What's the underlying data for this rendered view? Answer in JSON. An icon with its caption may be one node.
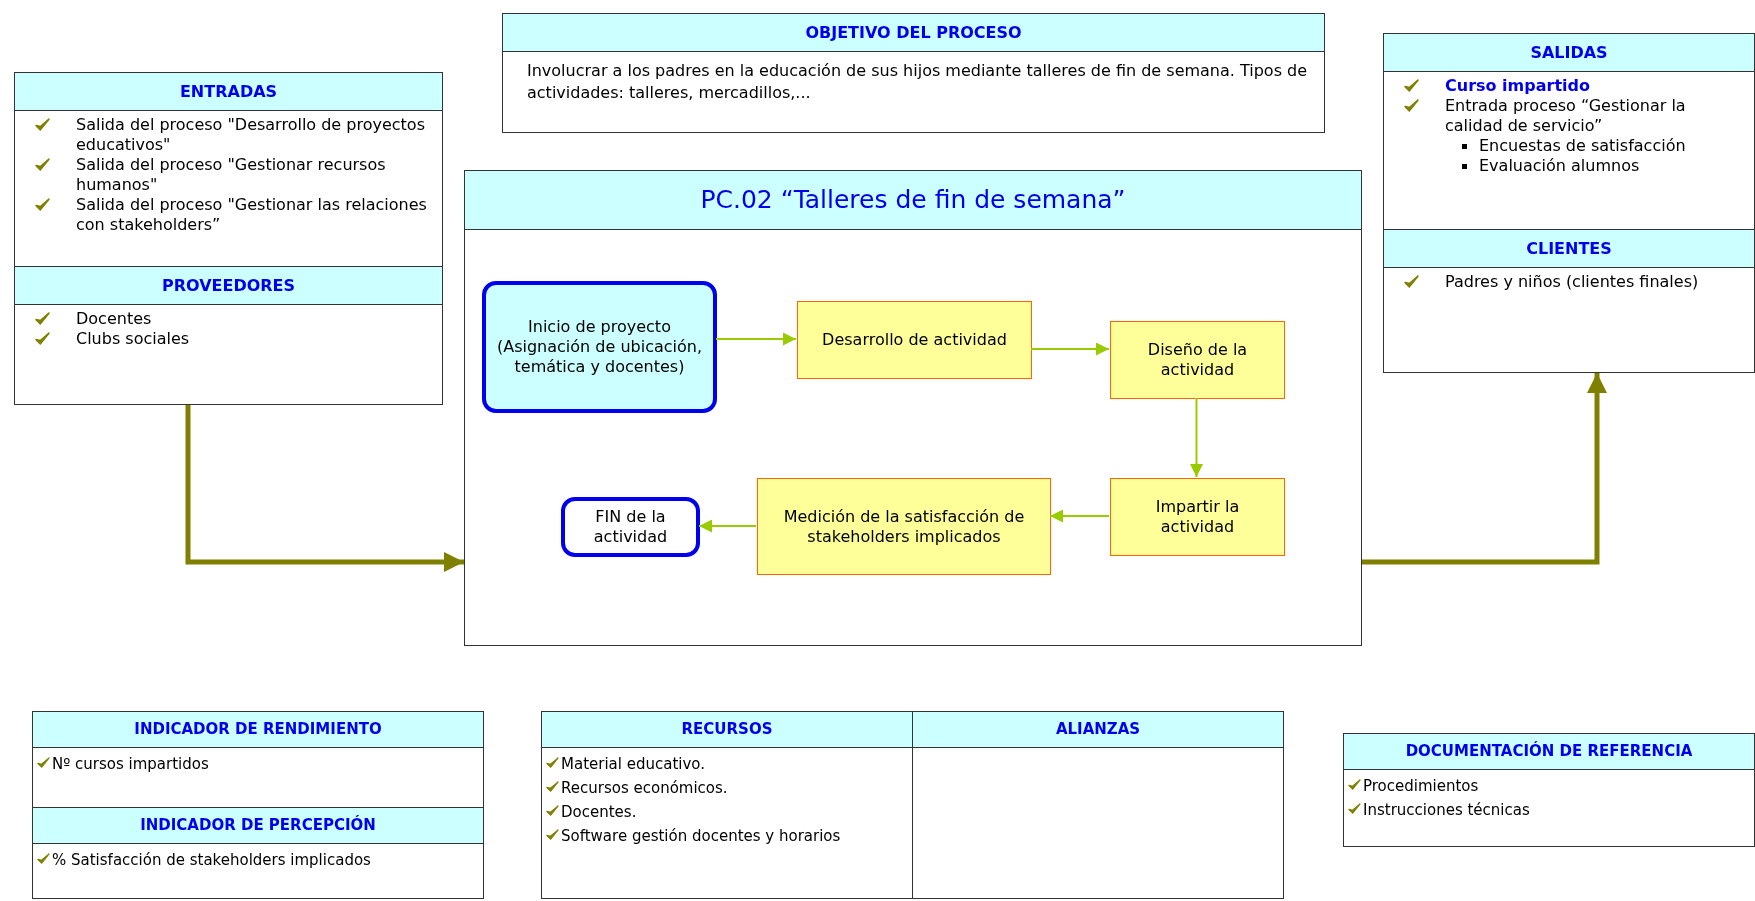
{
  "diagram": {
    "nodes": [
      {
        "text": [
          "OBJETIVO DEL PROCESO",
          "Involucrar a los padres en la educación de sus hijos mediante talleres de fin de semana. Tipos de actividades: talleres, mercadillos,..."
        ]
      },
      {
        "text": [
          "ENTRADAS",
          "Salida del proceso \"Desarrollo de proyectos educativos\"",
          "Salida del proceso \"Gestionar recursos humanos\"",
          "Salida del proceso \"Gestionar las relaciones con stakeholders”"
        ]
      },
      {
        "text": [
          "PROVEEDORES",
          "Docentes",
          "Clubs sociales"
        ]
      },
      {
        "text": [
          "PC.02 “Talleres de fin de semana”"
        ]
      },
      {
        "text": [
          "Inicio de proyecto (Asignación de ubicación, temática y docentes)"
        ],
        "in": 3
      },
      {
        "text": [
          "Desarrollo de actividad"
        ],
        "in": 3
      },
      {
        "text": [
          "Diseño de la actividad"
        ],
        "in": 3
      },
      {
        "text": [
          "Impartir la actividad"
        ],
        "in": 3
      },
      {
        "text": [
          "Medición de la satisfacción de stakeholders implicados"
        ],
        "in": 3
      },
      {
        "text": [
          "FIN de la actividad"
        ],
        "in": 3
      },
      {
        "text": [
          "SALIDAS",
          "Curso impartido",
          "Entrada proceso “Gestionar la calidad de servicio”",
          "Encuestas de satisfacción",
          "Evaluación alumnos"
        ]
      },
      {
        "text": [
          "CLIENTES",
          "Padres y niños (clientes finales)"
        ]
      },
      {
        "text": [
          "INDICADOR DE RENDIMIENTO",
          "Nº cursos impartidos"
        ]
      },
      {
        "text": [
          "INDICADOR DE PERCEPCIÓN",
          "% Satisfacción de stakeholders implicados"
        ]
      },
      {
        "text": [
          "RECURSOS",
          "Material educativo.",
          "Recursos económicos.",
          "Docentes.",
          "Software gestión docentes y horarios"
        ]
      },
      {
        "text": [
          "ALIANZAS"
        ]
      },
      {
        "text": [
          "DOCUMENTACIÓN DE REFERENCIA",
          "Procedimientos",
          "Instrucciones técnicas"
        ]
      }
    ],
    "edges": [
      {
        "from": 2,
        "to": 3,
        "arrow": "to",
        "style": "thick",
        "color": "#808000"
      },
      {
        "from": 3,
        "to": 11,
        "arrow": "to",
        "style": "thick",
        "color": "#808000"
      },
      {
        "from": 4,
        "to": 5,
        "arrow": "to"
      },
      {
        "from": 5,
        "to": 6,
        "arrow": "to"
      },
      {
        "from": 6,
        "to": 7,
        "arrow": "to"
      },
      {
        "from": 7,
        "to": 8,
        "arrow": "to"
      },
      {
        "from": 8,
        "to": 9,
        "arrow": "to"
      }
    ]
  }
}
